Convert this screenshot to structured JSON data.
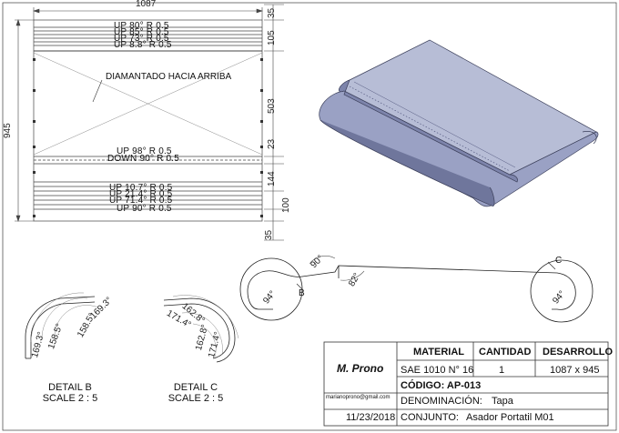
{
  "dimensions": {
    "overall_width": "1087",
    "overall_height": "945",
    "right_stack": [
      "35",
      "105",
      "503",
      "23",
      "144",
      "100",
      "35"
    ]
  },
  "flat_pattern": {
    "center_label": "DIAMANTADO HACIA ARRIBA",
    "bend_notes_top": [
      "UP 80° R 0.5",
      "UP 85° R 0.5",
      "UP 73° R 0.5",
      "UP 8.8° R 0.5"
    ],
    "bend_notes_mid": [
      "UP 98° R 0.5",
      "DOWN 90° R 0.5"
    ],
    "bend_notes_bottom": [
      "UP 10.7° R 0.5",
      "UP 21.4° R 0.5",
      "UP 71.4° R 0.5",
      "UP 90° R 0.5"
    ]
  },
  "section_view": {
    "angles": [
      "90°",
      "94°",
      "82°",
      "94°"
    ],
    "callouts": [
      "B",
      "C"
    ]
  },
  "detail_b": {
    "title": "DETAIL B",
    "scale": "SCALE 2 : 5",
    "angles": [
      "169.3°",
      "158.5°",
      "158.5°",
      "169.3°"
    ]
  },
  "detail_c": {
    "title": "DETAIL C",
    "scale": "SCALE 2 : 5",
    "angles": [
      "171.4°",
      "162.8°",
      "162.8°",
      "171.4°"
    ]
  },
  "title_block": {
    "author": "M. Prono",
    "email": "marianoprono@gmail.com",
    "date": "11/23/2018",
    "material_header": "MATERIAL",
    "quantity_header": "CANTIDAD",
    "development_header": "DESARROLLO",
    "material_value": "SAE 1010  N° 16",
    "quantity_value": "1",
    "development_value": "1087 x 945",
    "code": "CÓDIGO: AP-013",
    "denomination_label": "DENOMINACIÓN:",
    "denomination_value": "Tapa",
    "assembly_label": "CONJUNTO:",
    "assembly_value": "Asador Portatil M01"
  },
  "colors": {
    "part_light": "#b9bfd6",
    "part_mid": "#9aa1c4",
    "part_dark": "#6f769c",
    "line": "#333333"
  }
}
